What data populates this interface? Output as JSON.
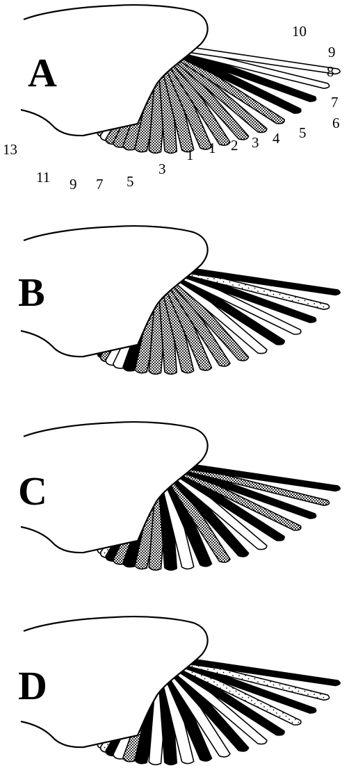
{
  "figure": {
    "panels": [
      {
        "id": "A",
        "label": "A",
        "feather_pattern": [
          "dotted",
          "dense",
          "dotted",
          "white",
          "white",
          "dense",
          "dense",
          "white",
          "dense",
          "dense",
          "dense",
          "dense",
          "dense",
          "dense",
          "dense",
          "dense",
          "dense",
          "dense",
          "dense",
          "dense",
          "black",
          "black",
          "white",
          "white"
        ],
        "feather_numbers": [
          "13",
          "11",
          "9",
          "7",
          "5",
          "3",
          "1",
          "1",
          "2",
          "3",
          "4",
          "5",
          "6",
          "7",
          "8",
          "9",
          "10"
        ]
      },
      {
        "id": "B",
        "label": "B",
        "feather_pattern": [
          "dotted",
          "dense",
          "black",
          "white",
          "white",
          "white",
          "black",
          "dense",
          "white",
          "white",
          "black",
          "dense",
          "dense",
          "dense",
          "dense",
          "dense",
          "dense",
          "dense",
          "white",
          "black",
          "white",
          "black",
          "dotted",
          "black"
        ],
        "feather_numbers": []
      },
      {
        "id": "C",
        "label": "C",
        "feather_pattern": [
          "dotted",
          "dense",
          "black",
          "white",
          "dotted",
          "black",
          "white",
          "dotted",
          "black",
          "dense",
          "black",
          "dense",
          "dense",
          "black",
          "white",
          "black",
          "dense",
          "black",
          "white",
          "black",
          "dense",
          "black",
          "dense",
          "black"
        ],
        "feather_numbers": []
      },
      {
        "id": "D",
        "label": "D",
        "feather_pattern": [
          "dotted",
          "dense",
          "black",
          "white",
          "dense",
          "black",
          "white",
          "dotted",
          "black",
          "white",
          "dense",
          "black",
          "white",
          "black",
          "white",
          "black",
          "white",
          "black",
          "white",
          "black",
          "dotted",
          "black",
          "dotted",
          "black"
        ],
        "feather_numbers": []
      }
    ],
    "colors": {
      "ink": "#000000",
      "paper": "#ffffff"
    }
  }
}
